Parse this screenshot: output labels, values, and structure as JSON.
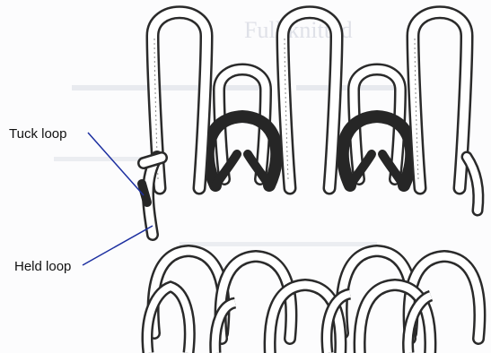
{
  "labels": {
    "tuck_loop": "Tuck loop",
    "held_loop": "Held loop"
  },
  "background_text": {
    "lines": [
      "Full knitted"
    ]
  },
  "colors": {
    "yarn_fill": "#ffffff",
    "yarn_outline": "#2a2a2a",
    "tuck_yarn": "#262626",
    "leader_line": "#1c2fa0",
    "faint_print": "#c9ccd8"
  }
}
